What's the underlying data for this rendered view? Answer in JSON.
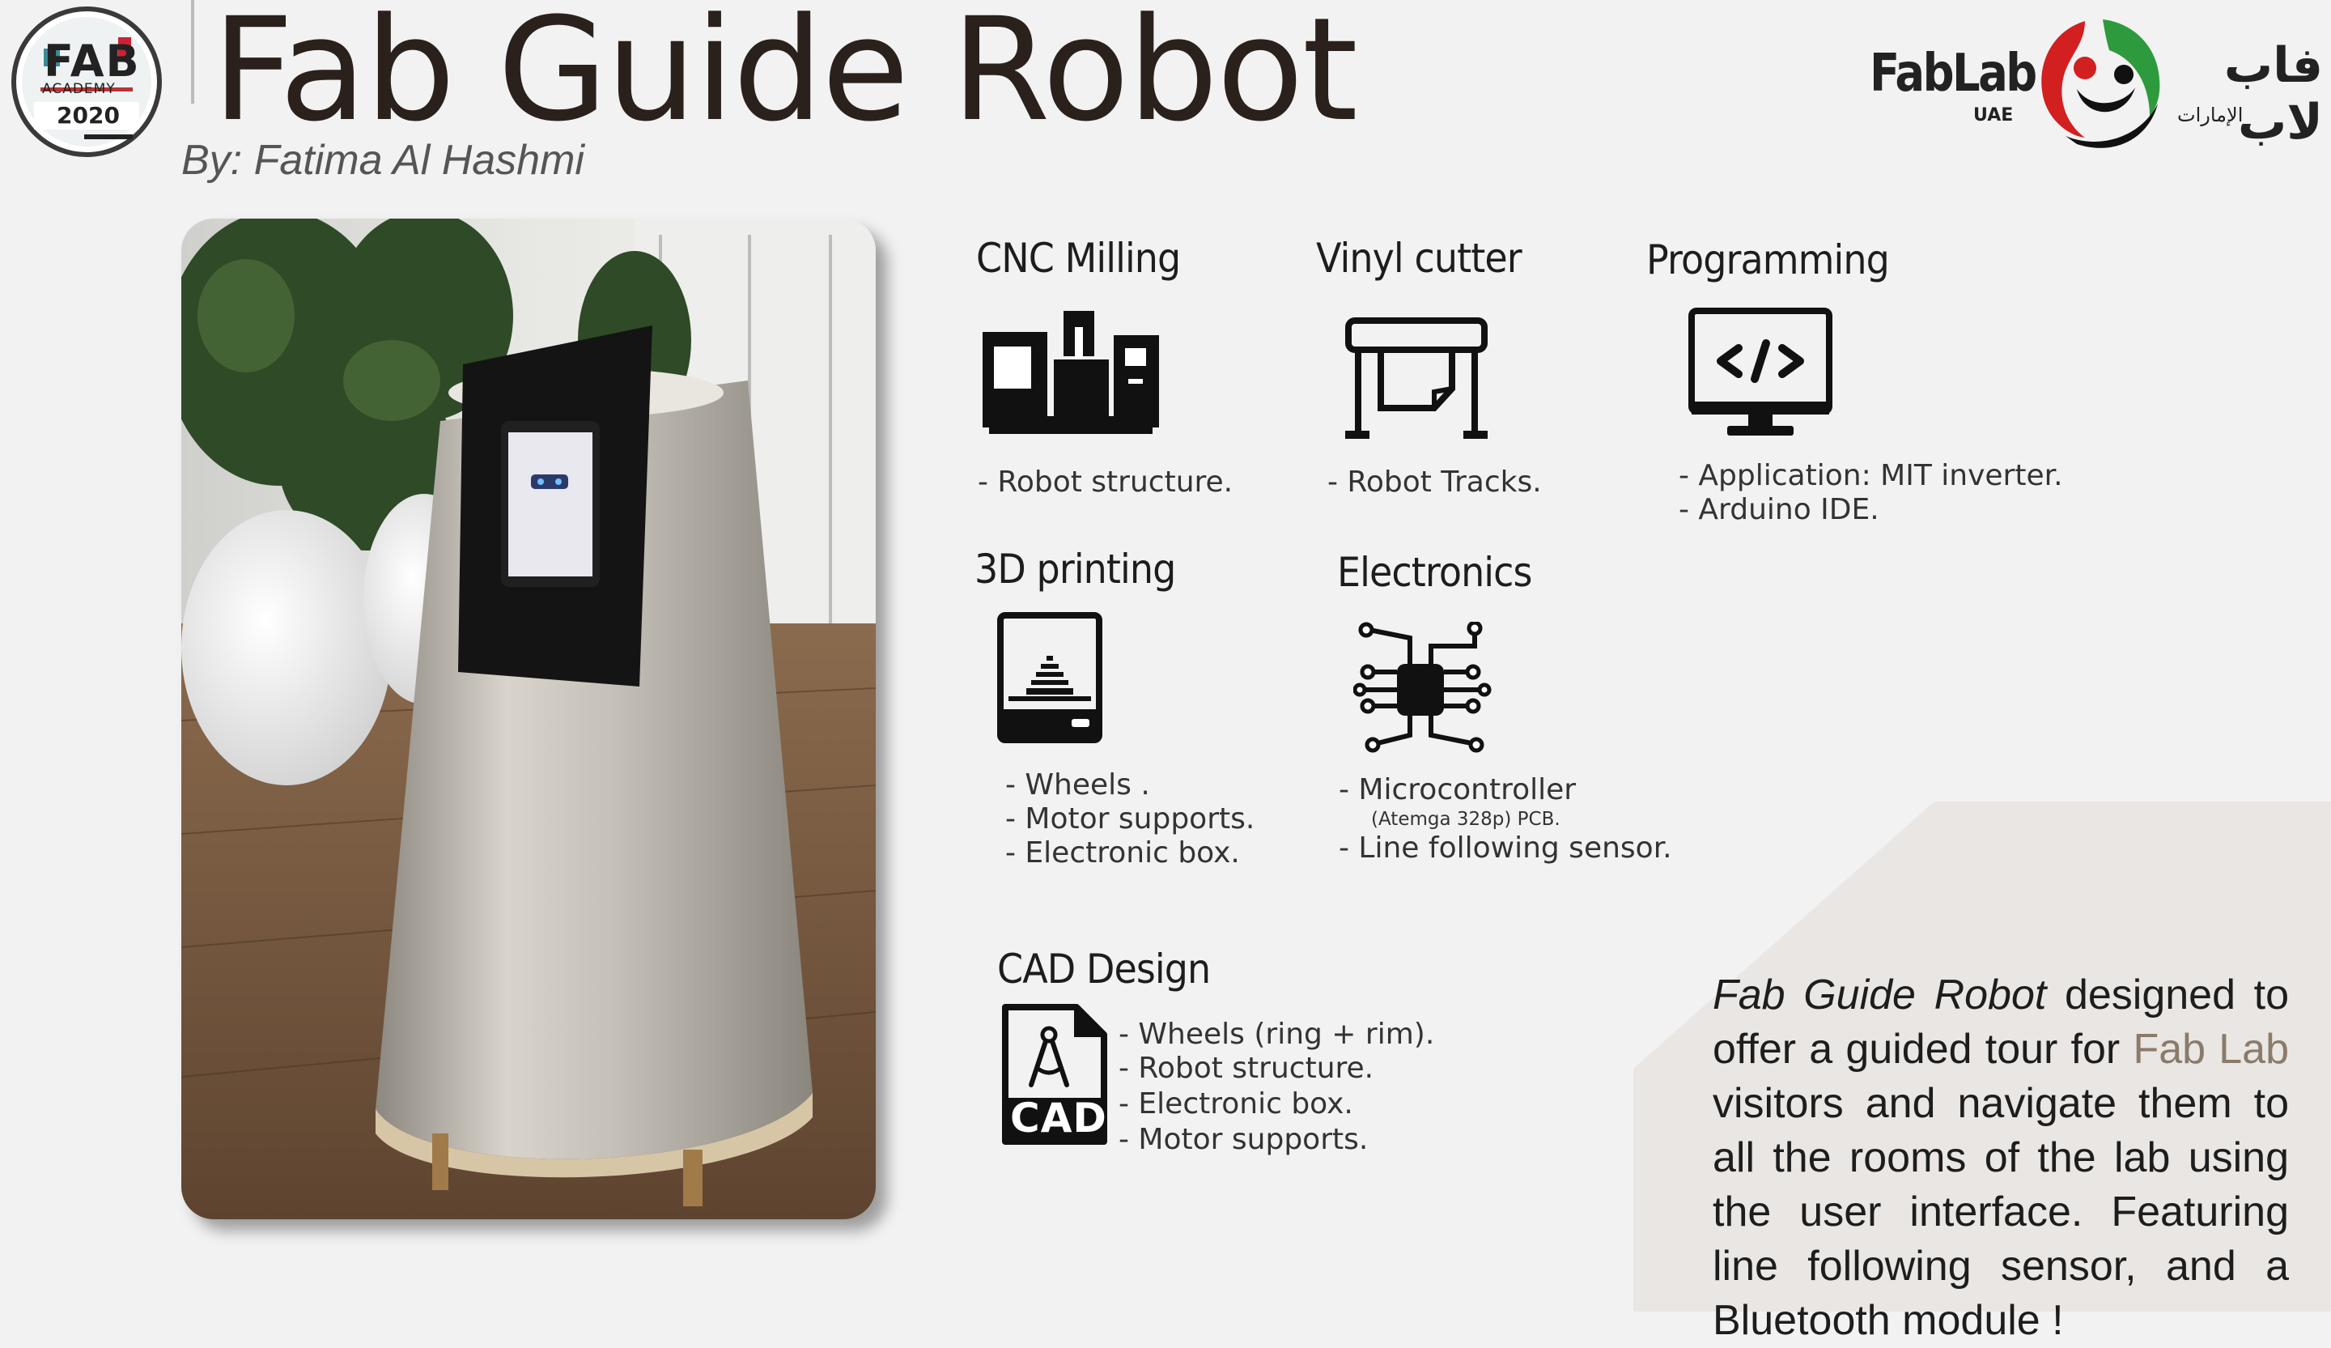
{
  "header": {
    "badge_top": "FAB",
    "badge_middle": "ACADEMY",
    "badge_year": "2020",
    "title": "Fab Guide Robot",
    "byline": "By: Fatima Al Hashmi"
  },
  "logo": {
    "fablab": "FabLab",
    "uae": "UAE",
    "arabic_main": "فاب لاب",
    "arabic_sub": "الإمارات"
  },
  "sections": {
    "cnc": {
      "heading": "CNC Milling",
      "items": [
        "- Robot structure."
      ],
      "icon": "cnc-machine-icon"
    },
    "vinyl": {
      "heading": "Vinyl cutter",
      "items": [
        "- Robot Tracks."
      ],
      "icon": "vinyl-cutter-icon"
    },
    "programming": {
      "heading": "Programming",
      "items": [
        "- Application:  MIT inverter.",
        "- Arduino IDE."
      ],
      "icon": "code-monitor-icon"
    },
    "printing": {
      "heading": "3D printing",
      "items": [
        "- Wheels .",
        "- Motor supports.",
        "- Electronic box."
      ],
      "icon": "3d-printer-icon"
    },
    "electronics": {
      "heading": "Electronics",
      "items": [
        "- Microcontroller",
        "(Atemga 328p) PCB.",
        "- Line following sensor."
      ],
      "icon": "chip-icon"
    },
    "cad": {
      "heading": "CAD Design",
      "items": [
        "- Wheels (ring + rim).",
        "- Robot structure.",
        "- Electronic box.",
        "- Motor supports."
      ],
      "icon": "cad-file-icon",
      "icon_text": "CAD"
    }
  },
  "description": {
    "name": "Fab Guide Robot",
    "part1": " designed to offer a guided tour for ",
    "accent": "Fab Lab",
    "part2": " visitors and navigate them to all the rooms of the lab using the user interface. Featuring line following sensor, and a Bluetooth module !"
  }
}
